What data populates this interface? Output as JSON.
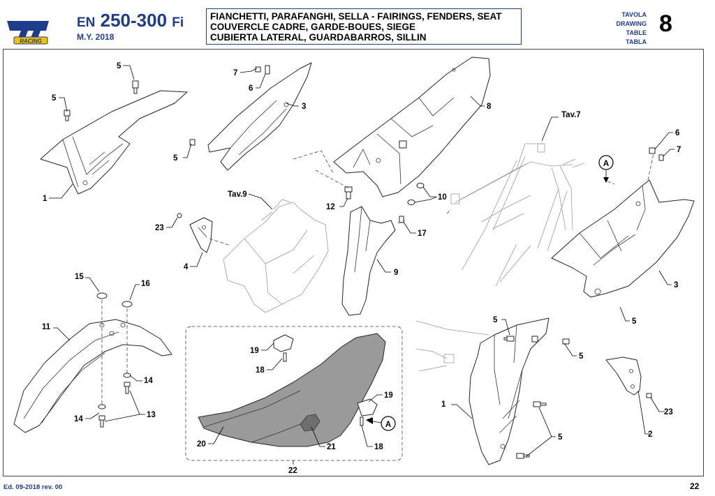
{
  "header": {
    "logo_text": "tm",
    "logo_sub": "RACING",
    "model_prefix": "EN",
    "model_number": "250-300",
    "model_suffix": "Fi",
    "model_year": "M.Y. 2018",
    "title_lines": [
      "FIANCHETTI, PARAFANGHI, SELLA - FAIRINGS, FENDERS, SEAT",
      "COUVERCLE CADRE, GARDE-BOUES, SIEGE",
      "CUBIERTA LATERAL, GUARDABARROS, SILLIN"
    ],
    "table_words": [
      "TAVOLA",
      "DRAWING",
      "TABLE",
      "TABLA"
    ],
    "table_number": "8"
  },
  "footer": {
    "edition": "Ed. 09-2018  rev. 00",
    "page": "22"
  },
  "callouts": {
    "c1": "5",
    "c2": "5",
    "c3": "1",
    "c4": "7",
    "c5": "6",
    "c6": "3",
    "c7": "5",
    "c8": "8",
    "c9": "Tav.7",
    "c10": "6",
    "c11": "7",
    "c12": "A",
    "c13": "12",
    "c14": "10",
    "c15": "Tav.9",
    "c16": "23",
    "c17": "4",
    "c18": "17",
    "c19": "9",
    "c20": "3",
    "c21": "5",
    "c22": "15",
    "c23": "16",
    "c24": "11",
    "c25": "14",
    "c26": "14",
    "c27": "13",
    "c28": "19",
    "c29": "18",
    "c30": "19",
    "c31": "A",
    "c32": "20",
    "c33": "21",
    "c34": "18",
    "c35": "22",
    "c36": "5",
    "c37": "5",
    "c38": "1",
    "c39": "5",
    "c40": "2",
    "c41": "23"
  },
  "colors": {
    "brand_blue": "#1e3c8c",
    "logo_yellow": "#f2c200",
    "seat_grey": "#9a9a9a"
  }
}
